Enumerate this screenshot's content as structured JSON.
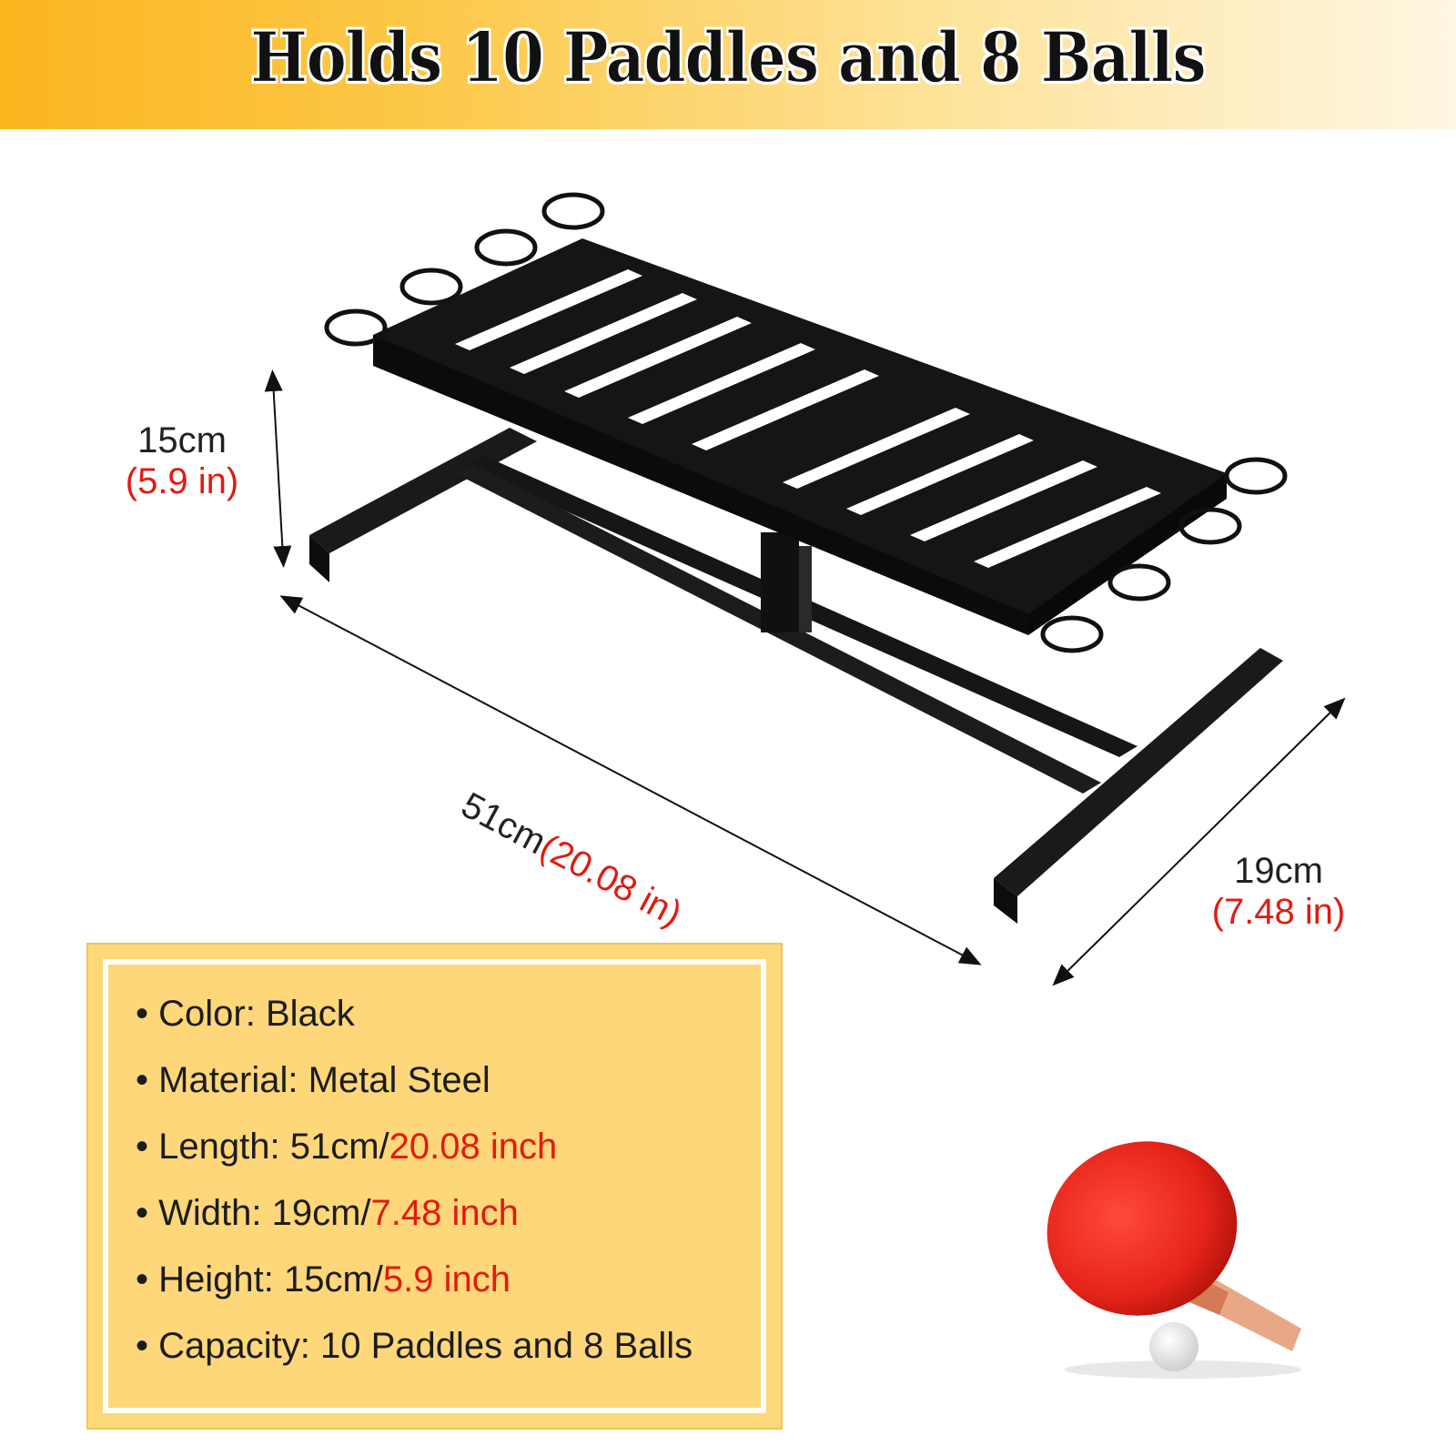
{
  "banner": {
    "title": "Holds 10 Paddles and 8 Balls"
  },
  "dimensions": {
    "height": {
      "metric": "15cm",
      "imperial": "(5.9 in)"
    },
    "length": {
      "metric": "51cm",
      "imperial": "(20.08 in)"
    },
    "width": {
      "metric": "19cm",
      "imperial": "(7.48 in)"
    }
  },
  "specs": [
    {
      "label": "Color: Black",
      "highlight": ""
    },
    {
      "label": "Material: Metal Steel",
      "highlight": ""
    },
    {
      "label": "Length: 51cm/",
      "highlight": "20.08 inch"
    },
    {
      "label": "Width: 19cm/",
      "highlight": "7.48 inch"
    },
    {
      "label": "Height: 15cm/",
      "highlight": "5.9 inch"
    },
    {
      "label": "Capacity: 10 Paddles and 8 Balls",
      "highlight": ""
    }
  ],
  "colors": {
    "accent_red": "#e01b12",
    "banner_orange": "#fbb51f",
    "panel_yellow": "#fdd77a",
    "rack_black": "#141414"
  },
  "icons": [
    "ping-pong-paddle-icon",
    "ping-pong-ball-icon"
  ]
}
